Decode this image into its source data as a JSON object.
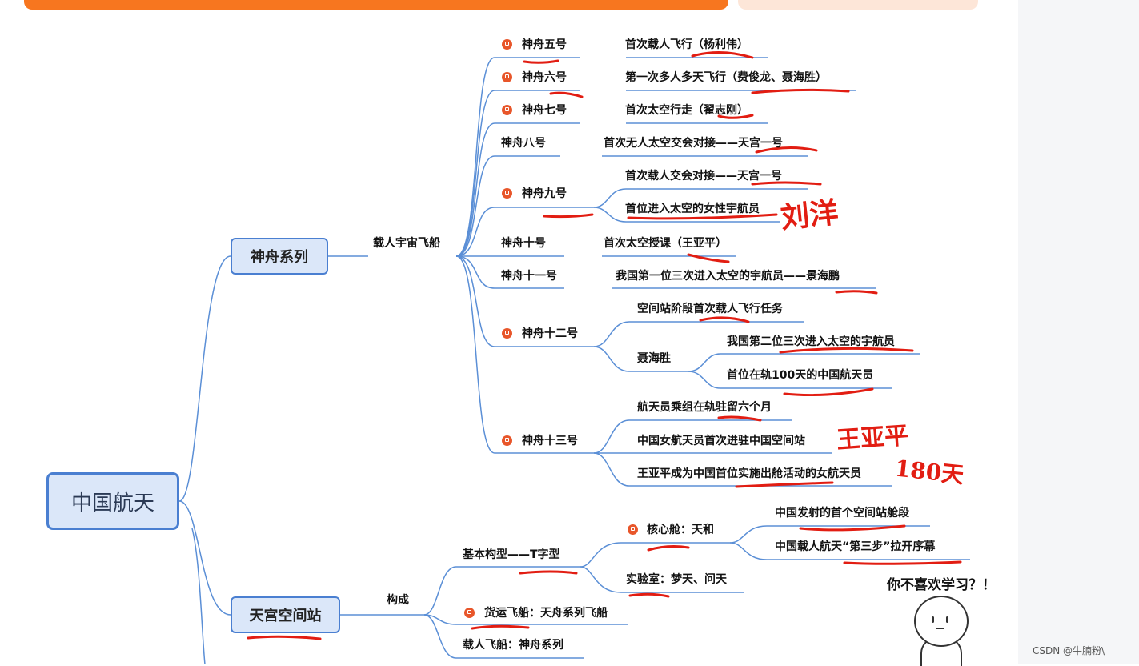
{
  "root": "中国航天",
  "branches": {
    "shenzhou": "神舟系列",
    "tiangong": "天宫空间站"
  },
  "shenzhou_mid": "载人宇宙飞船",
  "tiangong_mid": "构成",
  "ships": [
    {
      "name": "神舟五号",
      "desc": [
        "首次载人飞行（杨利伟）"
      ]
    },
    {
      "name": "神舟六号",
      "desc": [
        "第一次多人多天飞行（费俊龙、聂海胜）"
      ]
    },
    {
      "name": "神舟七号",
      "desc": [
        "首次太空行走（翟志刚）"
      ]
    },
    {
      "name": "神舟八号",
      "desc": [
        "首次无人太空交会对接——天宫一号"
      ]
    },
    {
      "name": "神舟九号",
      "desc": [
        "首次载人交会对接——天宫一号",
        "首位进入太空的女性宇航员"
      ]
    },
    {
      "name": "神舟十号",
      "desc": [
        "首次太空授课（王亚平）"
      ]
    },
    {
      "name": "神舟十一号",
      "desc": [
        "我国第一位三次进入太空的宇航员——景海鹏"
      ]
    },
    {
      "name": "神舟十二号",
      "desc": [
        "空间站阶段首次载人飞行任务"
      ],
      "sub": {
        "name": "聂海胜",
        "items": [
          "我国第二位三次进入太空的宇航员",
          "首位在轨100天的中国航天员"
        ]
      }
    },
    {
      "name": "神舟十三号",
      "desc": [
        "航天员乘组在轨驻留六个月",
        "中国女航天员首次进驻中国空间站",
        "王亚平成为中国首位实施出舱活动的女航天员"
      ]
    }
  ],
  "tiangong": {
    "structure": "基本构型——T字型",
    "core": "核心舱：天和",
    "core_items": [
      "中国发射的首个空间站舱段",
      "中国载人航天“第三步”拉开序幕"
    ],
    "lab": "实验室：梦天、问天",
    "cargo": "货运飞船：天舟系列飞船",
    "crew": "载人飞船：神舟系列"
  },
  "handwriting": {
    "liuyang": "刘洋",
    "wangyaping": "王亚平",
    "days": "180天"
  },
  "quip": "你不喜欢学习？！",
  "watermark": "CSDN @牛腩粉\\",
  "colors": {
    "accent": "#f7761f",
    "box_border": "#4a7fd1",
    "box_fill": "#dbe7f9",
    "line": "#5b8fd6",
    "underline": "#e21d12",
    "flag": "#e8562a"
  }
}
